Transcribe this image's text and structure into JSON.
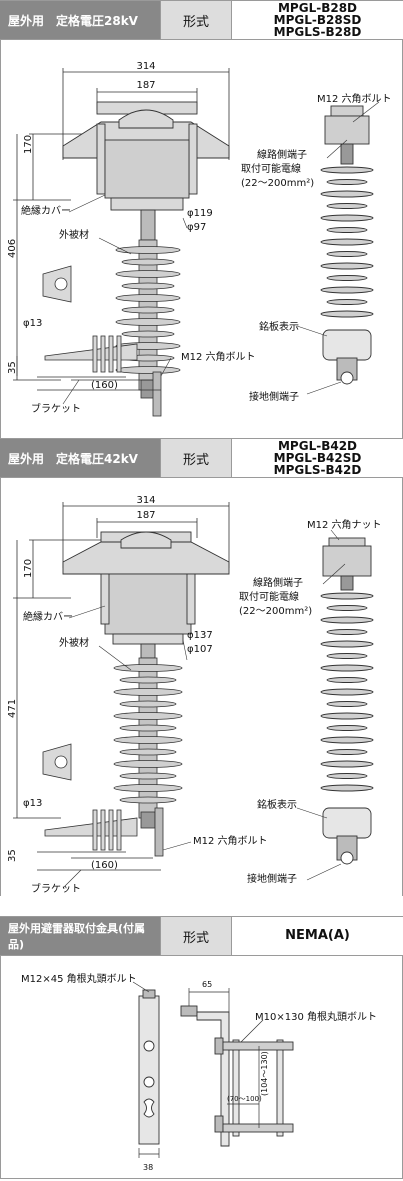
{
  "section1": {
    "label": "屋外用　定格電圧28kV",
    "kind": "形式",
    "models": [
      "MPGL-B28D",
      "MPGL-B28SD",
      "MPGLS-B28D"
    ],
    "dims": {
      "w314": "314",
      "w187": "187",
      "h170": "170",
      "h406": "406",
      "d119": "φ119",
      "d97": "φ97",
      "d13": "φ13",
      "h35": "35",
      "w160": "(160)"
    },
    "labels": {
      "bolt_top": "M12 六角ボルト",
      "line_term": "線路側端子",
      "wire1": "取付可能電線",
      "wire2": "(22～200mm²)",
      "cover": "絶縁カバー",
      "sheath": "外被材",
      "nameplate": "銘板表示",
      "bolt_bottom": "M12 六角ボルト",
      "ground": "接地側端子",
      "bracket": "ブラケット"
    }
  },
  "section2": {
    "label": "屋外用　定格電圧42kV",
    "kind": "形式",
    "models": [
      "MPGL-B42D",
      "MPGL-B42SD",
      "MPGLS-B42D"
    ],
    "dims": {
      "w314": "314",
      "w187": "187",
      "h170": "170",
      "h471": "471",
      "d137": "φ137",
      "d107": "φ107",
      "d13": "φ13",
      "h35": "35",
      "w160": "(160)"
    },
    "labels": {
      "nut_top": "M12 六角ナット",
      "line_term": "線路側端子",
      "wire1": "取付可能電線",
      "wire2": "(22～200mm²)",
      "cover": "絶縁カバー",
      "sheath": "外被材",
      "nameplate": "銘板表示",
      "bolt_bottom": "M12 六角ボルト",
      "ground": "接地側端子",
      "bracket": "ブラケット"
    }
  },
  "section3": {
    "label": "屋外用避雷器取付金具(付属品)",
    "kind": "形式",
    "model": "NEMA(A)",
    "labels": {
      "bolt45": "M12×45 角根丸頭ボルト",
      "bolt130": "M10×130 角根丸頭ボルト",
      "d65": "65",
      "d38": "38",
      "d104": "(104～130)",
      "d70": "(70～100)"
    }
  },
  "colors": {
    "header_gray": "#888888",
    "kind_bg": "#dddddd",
    "line": "#333333",
    "fill": "#d9d9d9"
  }
}
